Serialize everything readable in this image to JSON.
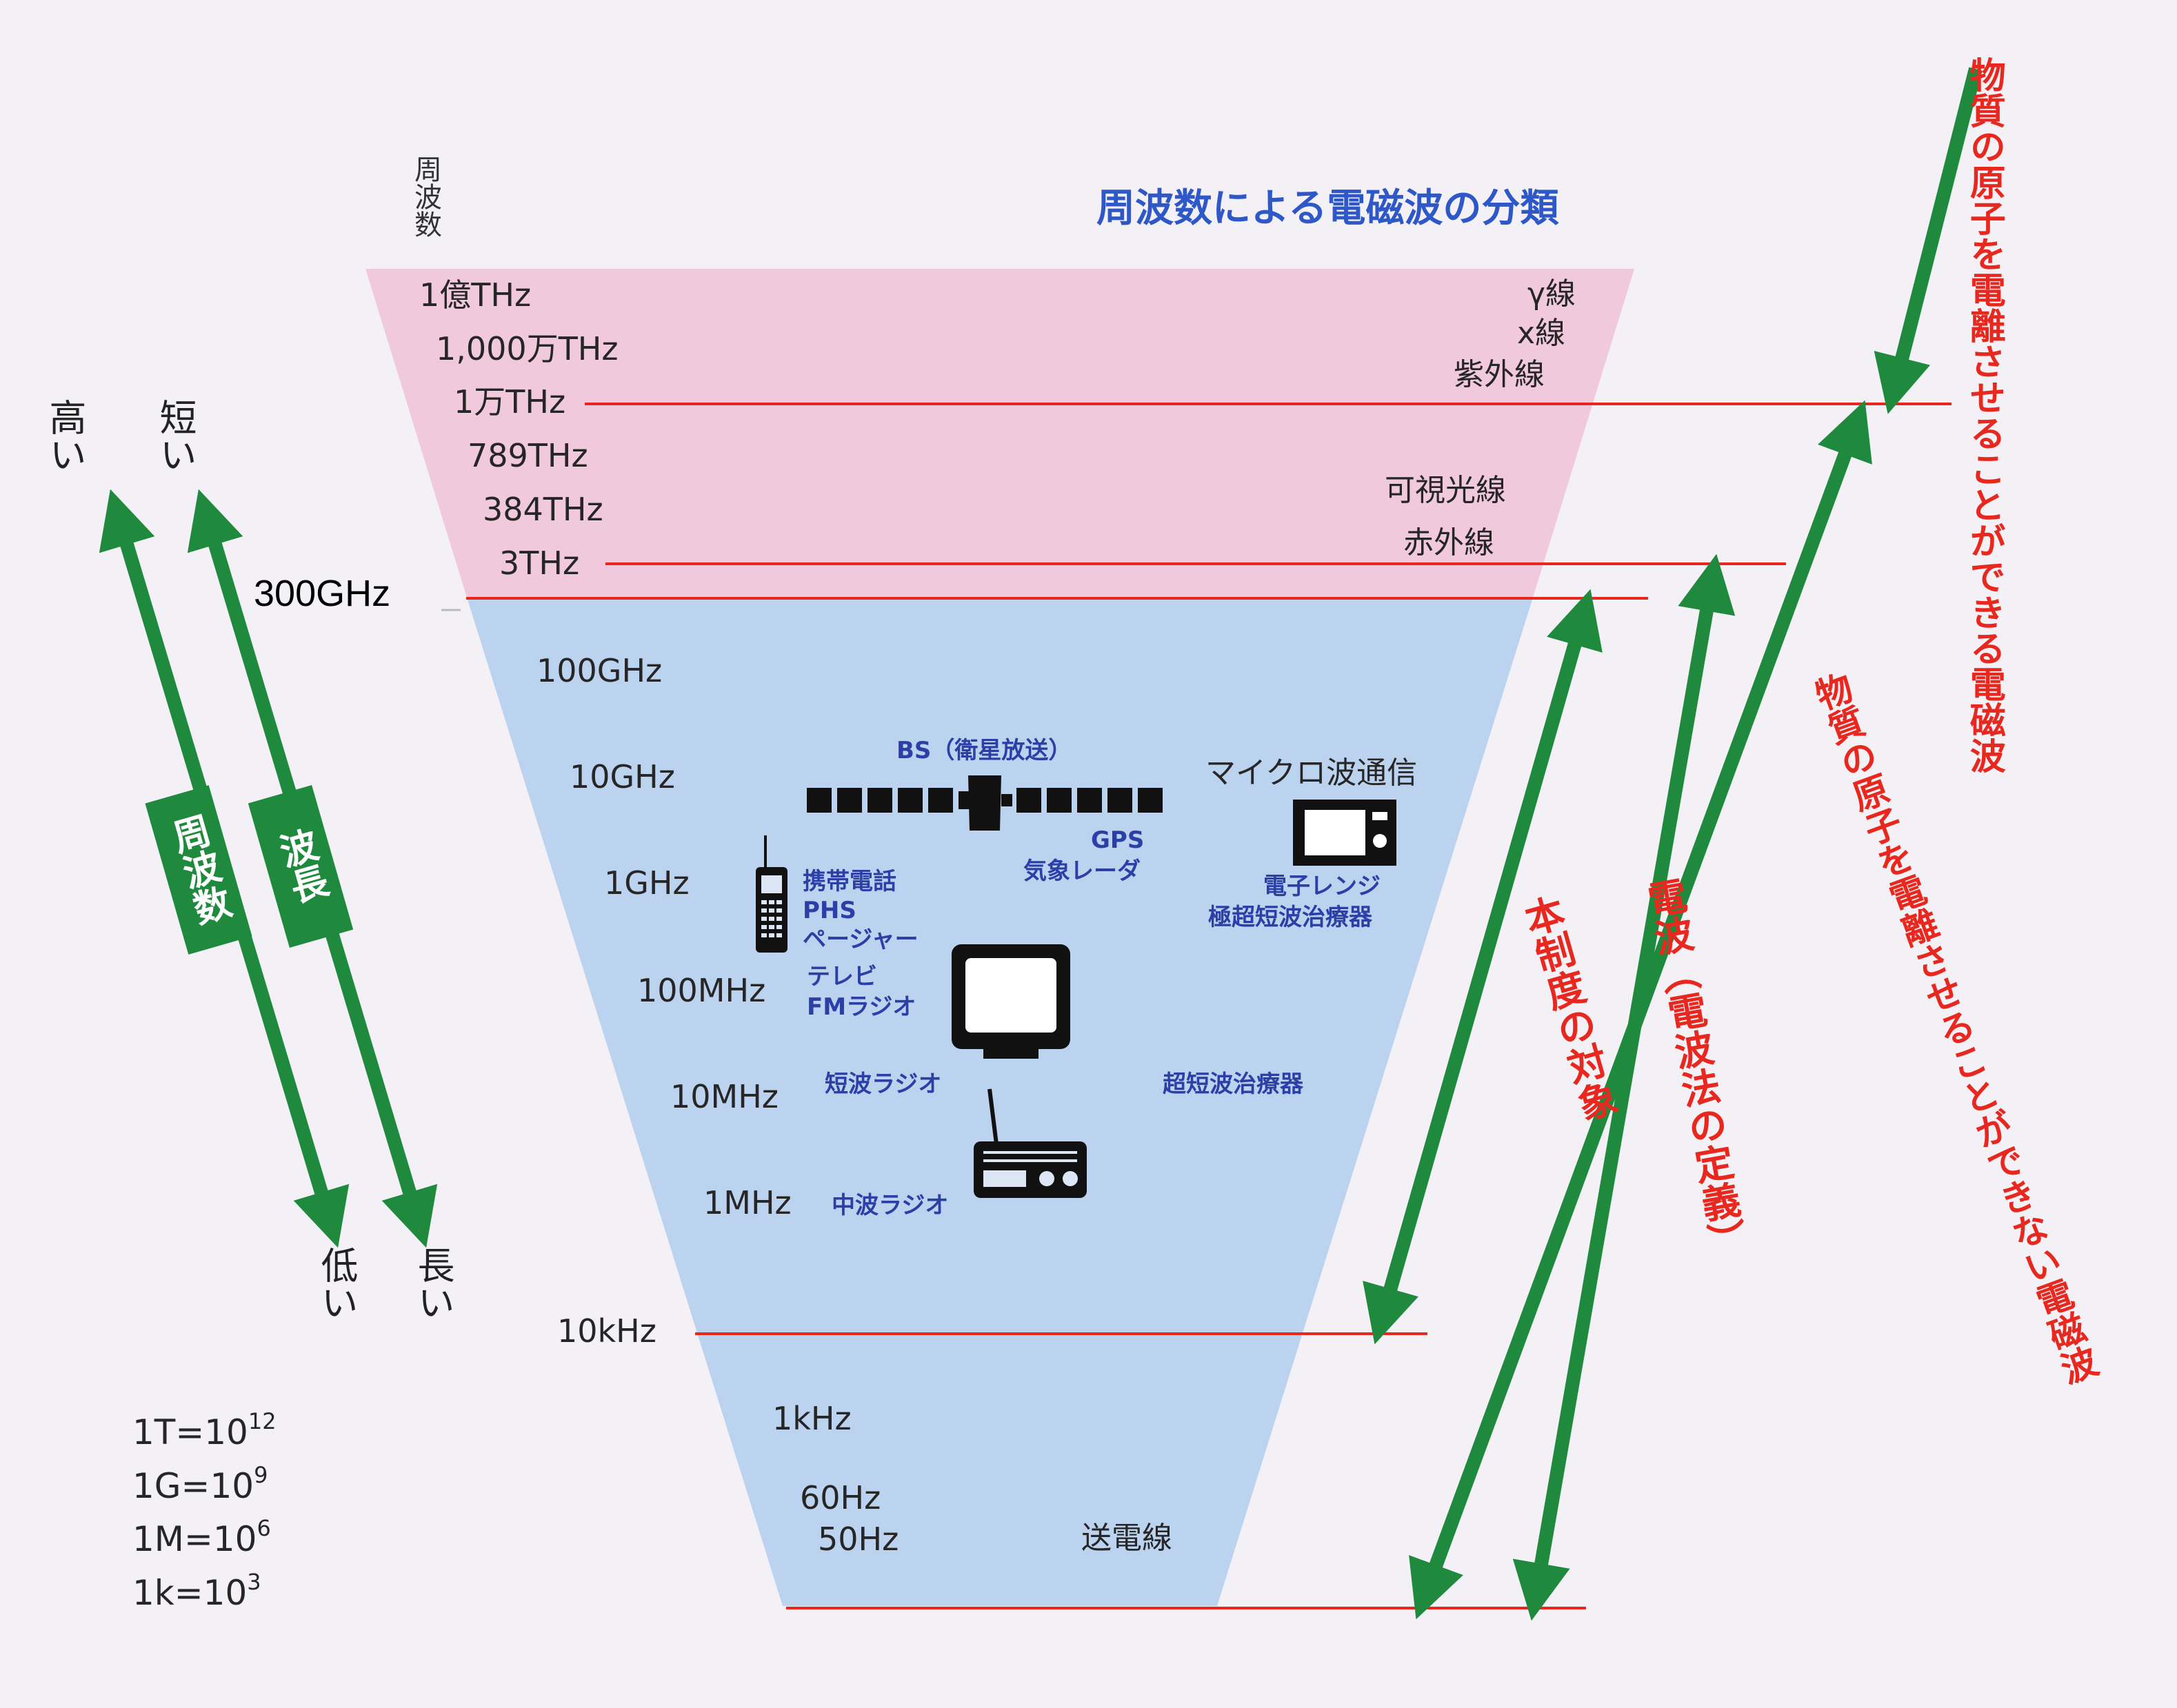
{
  "title": "周波数による電磁波の分類",
  "axis_label": "周波数",
  "frequencies": [
    "1億THz",
    "1,000万THz",
    "1万THz",
    "789THz",
    "384THz",
    "3THz",
    "300GHz",
    "100GHz",
    "10GHz",
    "1GHz",
    "100MHz",
    "10MHz",
    "1MHz",
    "10kHz",
    "1kHz",
    "60Hz",
    "50Hz"
  ],
  "bands": [
    "γ線",
    "x線",
    "紫外線",
    "可視光線",
    "赤外線"
  ],
  "applications": {
    "bs": "BS（衛星放送）",
    "gps": "GPS",
    "weather_radar": "気象レーダ",
    "microwave_comm": "マイクロ波通信",
    "microwave_oven": "電子レンジ",
    "microwave_therapy": "極超短波治療器",
    "mobile": "携帯電話",
    "phs": "PHS",
    "pager": "ページャー",
    "tv": "テレビ",
    "fm": "FMラジオ",
    "shortwave": "短波ラジオ",
    "ultrashort_therapy": "超短波治療器",
    "mediumwave": "中波ラジオ",
    "power_line": "送電線"
  },
  "left_axis": {
    "high": "高い",
    "short": "短い",
    "low": "低い",
    "long": "長い",
    "freq_label": "周波数",
    "wave_label": "波長"
  },
  "right_labels": {
    "ionizing": "物質の原子を電離させることができる電磁波",
    "regulation": "本制度の対象",
    "radio": "電波（電波法の定義）",
    "non_ionizing": "物質の原子を電離させることができない電磁波"
  },
  "units": [
    {
      "base": "1T=10",
      "exp": "12"
    },
    {
      "base": "1G=10",
      "exp": "9"
    },
    {
      "base": "1M=10",
      "exp": "6"
    },
    {
      "base": "1k=10",
      "exp": "3"
    }
  ],
  "colors": {
    "ionizing_region": "#f1c9dc",
    "non_ionizing_region": "#bcd3f0",
    "boundary_line": "#e8271e",
    "arrow": "#1f8a3e",
    "title": "#2e58c8",
    "application_text": "#2b3fa6"
  }
}
